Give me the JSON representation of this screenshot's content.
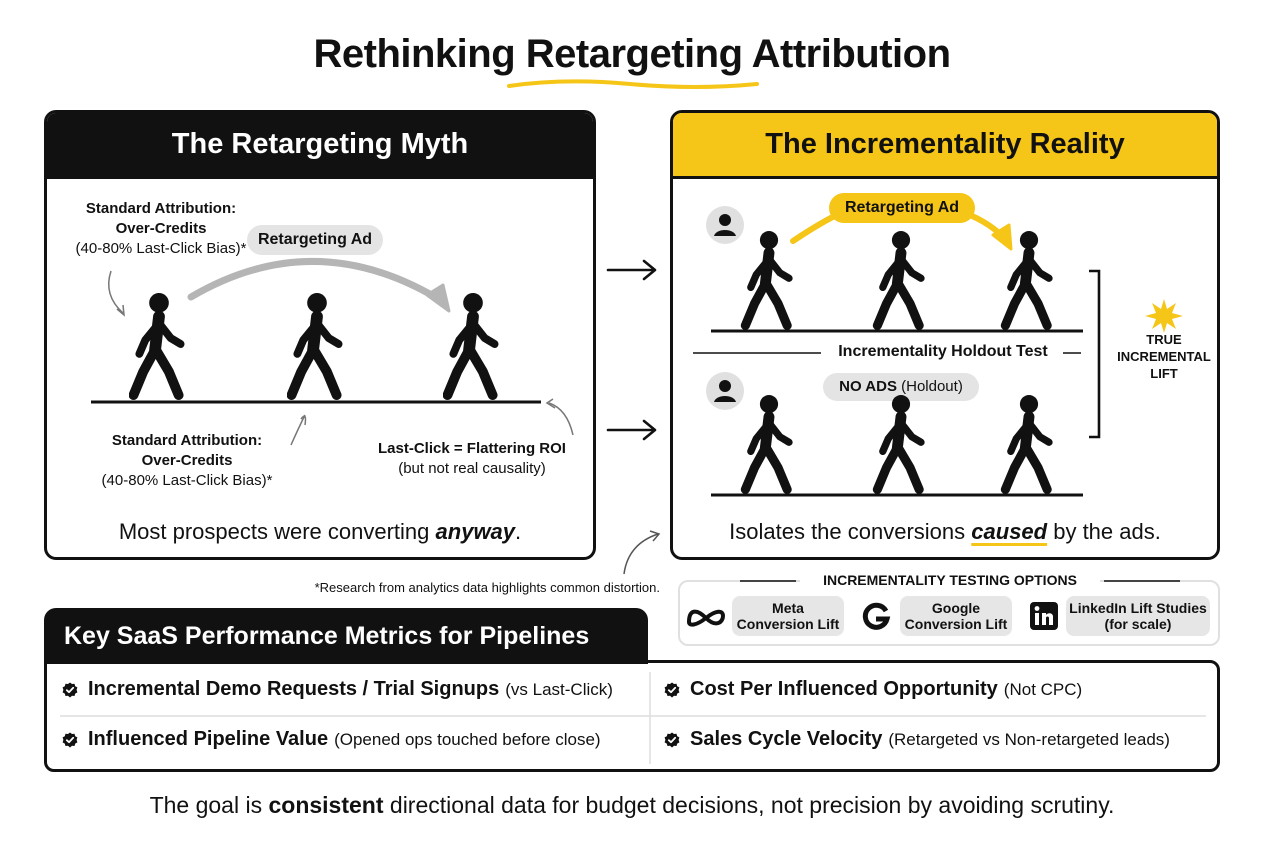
{
  "title": "Rethinking Retargeting Attribution",
  "myth": {
    "heading": "The Retargeting Myth",
    "retargeting_ad_label": "Retargeting Ad",
    "note_top_line1": "Standard Attribution:",
    "note_top_line2": "Over-Credits",
    "note_top_line3": "(40-80% Last-Click Bias)*",
    "note_bottom_line1": "Standard Attribution:",
    "note_bottom_line2": "Over-Credits",
    "note_bottom_line3": "(40-80% Last-Click Bias)*",
    "last_click_line1": "Last-Click = Flattering ROI",
    "last_click_line2": "(but not real causality)",
    "caption_prefix": "Most prospects were converting ",
    "caption_emphasis": "anyway",
    "caption_suffix": "."
  },
  "reality": {
    "heading": "The Incrementality Reality",
    "retargeting_ad_label": "Retargeting Ad",
    "holdout_test_label": "Incrementality Holdout Test",
    "no_ads_bold": "NO ADS",
    "no_ads_rest": " (Holdout)",
    "lift_line1": "TRUE",
    "lift_line2": "INCREMENTAL",
    "lift_line3": "LIFT",
    "caption_prefix": "Isolates the conversions ",
    "caption_emphasis": "caused",
    "caption_suffix": " by the ads."
  },
  "footnote": "*Research from analytics data highlights common distortion.",
  "testing_options": {
    "heading": "INCREMENTALITY TESTING OPTIONS",
    "options": [
      {
        "icon": "meta-logo-icon",
        "line1": "Meta",
        "line2": "Conversion Lift"
      },
      {
        "icon": "google-logo-icon",
        "line1": "Google",
        "line2": "Conversion Lift"
      },
      {
        "icon": "linkedin-logo-icon",
        "line1": "LinkedIn Lift Studies",
        "line2": "(for scale)"
      }
    ]
  },
  "metrics": {
    "heading": "Key SaaS Performance Metrics for Pipelines",
    "items": [
      {
        "label": "Incremental Demo Requests / Trial Signups",
        "sub": "(vs Last-Click)"
      },
      {
        "label": "Cost Per Influenced Opportunity",
        "sub": " (Not CPC)"
      },
      {
        "label": "Influenced Pipeline Value",
        "sub": "(Opened ops touched before close)"
      },
      {
        "label": "Sales Cycle Velocity",
        "sub": "(Retargeted vs Non-retargeted leads)"
      }
    ]
  },
  "conclusion": {
    "prefix": "The goal is ",
    "bold": "consistent",
    "suffix": " directional data for budget decisions, not precision by avoiding scrutiny."
  },
  "colors": {
    "accent_yellow": "#f5c518",
    "dark": "#111111",
    "pill_gray": "#e4e4e4",
    "arrow_gray": "#b5b5b5"
  }
}
